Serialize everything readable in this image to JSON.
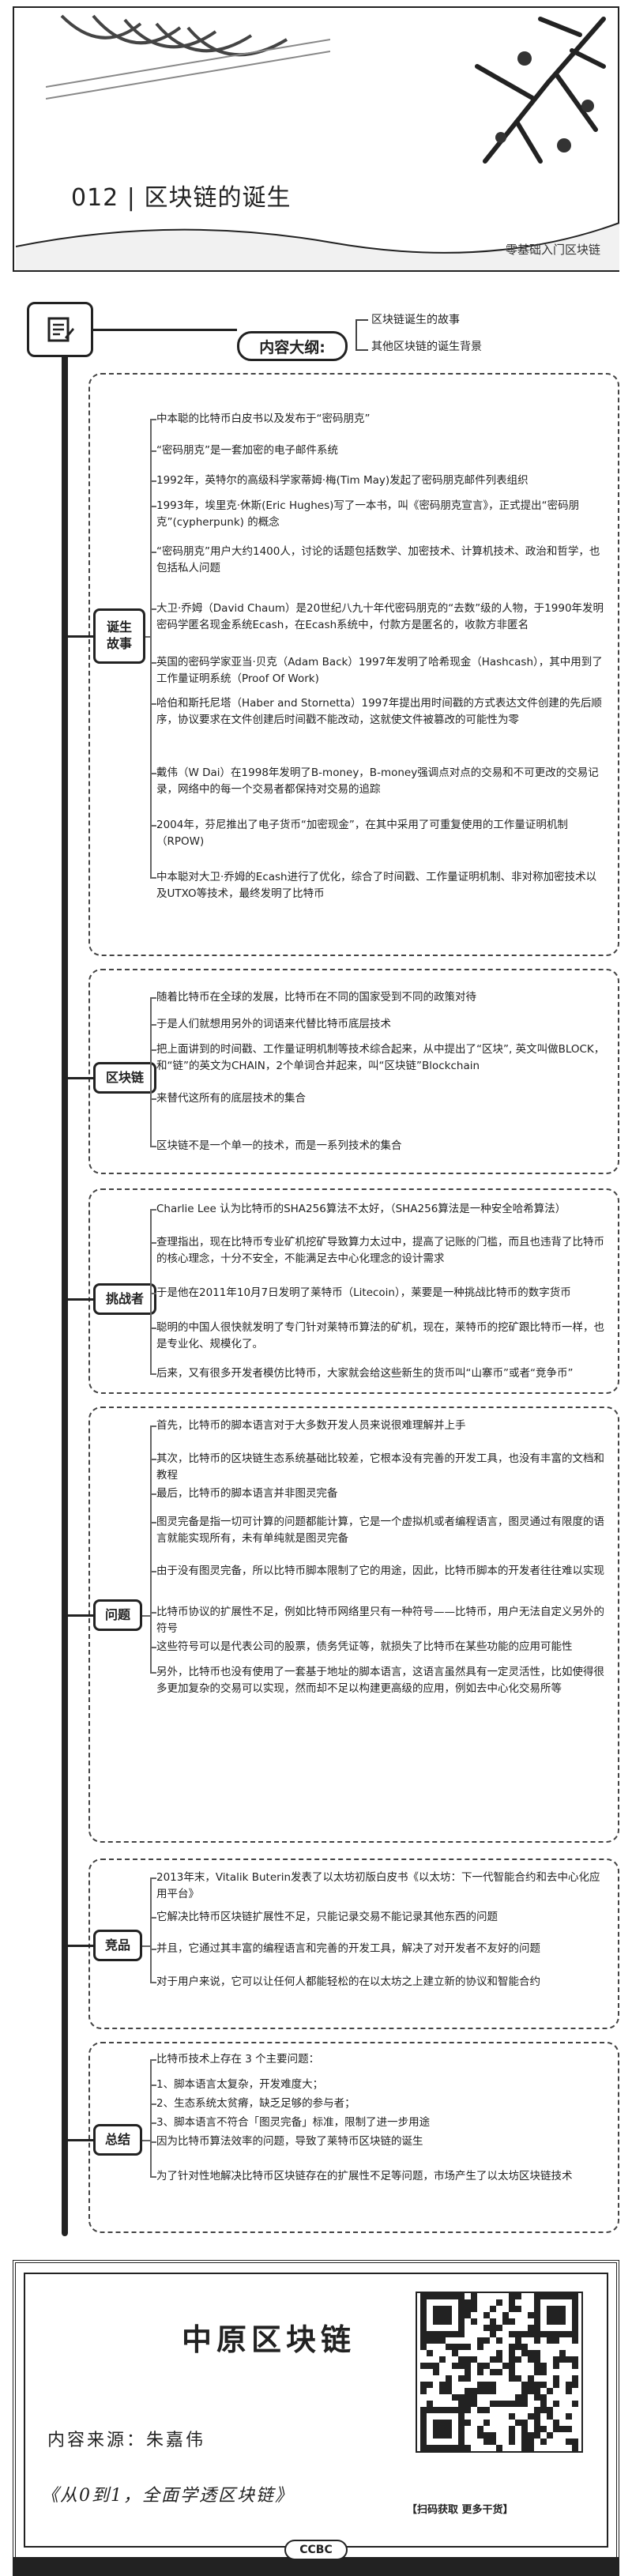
{
  "header": {
    "title": "012 | 区块链的诞生",
    "subtitle": "零基础入门区块链"
  },
  "outline": {
    "label": "内容大纲:",
    "items": [
      "区块链诞生的故事",
      "其他区块链的诞生背景"
    ]
  },
  "sections": [
    {
      "label": "诞生\n故事",
      "items": [
        "中本聪的比特币白皮书以及发布于“密码朋克”",
        "“密码朋克”是一套加密的电子邮件系统",
        "1992年，英特尔的高级科学家蒂姆·梅(Tim May)发起了密码朋克邮件列表组织",
        "1993年，埃里克·休斯(Eric Hughes)写了一本书，叫《密码朋克宣言》，正式提出“密码朋克”(cypherpunk) 的概念",
        "“密码朋克”用户大约1400人，讨论的话题包括数学、加密技术、计算机技术、政治和哲学，也包括私人问题",
        "大卫·乔姆（David Chaum）是20世纪八九十年代密码朋克的“去数”级的人物，于1990年发明密码学匿名现金系统Ecash，在Ecash系统中，付款方是匿名的，收款方非匿名",
        "英国的密码学家亚当·贝克（Adam Back）1997年发明了哈希现金（Hashcash），其中用到了工作量证明系统（Proof Of Work)",
        "哈伯和斯托尼塔（Haber and Stornetta）1997年提出用时间戳的方式表达文件创建的先后顺序，协议要求在文件创建后时间戳不能改动，这就使文件被篡改的可能性为零",
        "戴伟（W Dai）在1998年发明了B-money，B-money强调点对点的交易和不可更改的交易记录，网络中的每一个交易者都保持对交易的追踪",
        "2004年，芬尼推出了电子货币“加密现金”，在其中采用了可重复使用的工作量证明机制（RPOW)",
        "中本聪对大卫·乔姆的Ecash进行了优化，综合了时间戳、工作量证明机制、非对称加密技术以及UTXO等技术，最终发明了比特币"
      ]
    },
    {
      "label": "区块链",
      "items": [
        "随着比特币在全球的发展，比特币在不同的国家受到不同的政策对待",
        "于是人们就想用另外的词语来代替比特币底层技术",
        "把上面讲到的时间戳、工作量证明机制等技术综合起来，从中提出了“区块”, 英文叫做BLOCK，和“链”的英文为CHAIN，2个单词合并起来，叫“区块链”Blockchain",
        "来替代这所有的底层技术的集合",
        "区块链不是一个单一的技术，而是一系列技术的集合"
      ]
    },
    {
      "label": "挑战者",
      "items": [
        "Charlie Lee 认为比特币的SHA256算法不太好，（SHA256算法是一种安全哈希算法）",
        "查理指出，现在比特币专业矿机挖矿导致算力太过中，提高了记账的门槛，而且也违背了比特币的核心理念，十分不安全，不能满足去中心化理念的设计需求",
        "于是他在2011年10月7日发明了莱特币（Litecoin），莱要是一种挑战比特币的数字货币",
        "聪明的中国人很快就发明了专门针对莱特币算法的矿机，现在，莱特币的挖矿跟比特币一样，也是专业化、规模化了。",
        "后来，又有很多开发者模仿比特币，大家就会给这些新生的货币叫“山寨币”或者“竞争币”"
      ]
    },
    {
      "label": "问题",
      "items": [
        "首先，比特币的脚本语言对于大多数开发人员来说很难理解并上手",
        "其次，比特币的区块链生态系统基础比较差，它根本没有完善的开发工具，也没有丰富的文档和教程",
        "最后，比特币的脚本语言并非图灵完备",
        "图灵完备是指一切可计算的问题都能计算，它是一个虚拟机或者编程语言，图灵通过有限度的语言就能实现所有，未有单纯就是图灵完备",
        "由于没有图灵完备，所以比特币脚本限制了它的用途，因此，比特币脚本的开发者往往难以实现",
        "比特币协议的扩展性不足，例如比特币网络里只有一种符号——比特币，用户无法自定义另外的符号",
        "这些符号可以是代表公司的股票，债务凭证等，就损失了比特币在某些功能的应用可能性",
        "另外，比特币也没有使用了一套基于地址的脚本语言，这语言虽然具有一定灵活性，比如使得很多更加复杂的交易可以实现，然而却不足以构建更高级的应用，例如去中心化交易所等"
      ]
    },
    {
      "label": "竞品",
      "items": [
        "2013年末，Vitalik Buterin发表了以太坊初版白皮书《以太坊：下一代智能合约和去中心化应用平台》",
        "它解决比特币区块链扩展性不足，只能记录交易不能记录其他东西的问题",
        "并且，它通过其丰富的编程语言和完善的开发工具，解决了对开发者不友好的问题",
        "对于用户来说，它可以让任何人都能轻松的在以太坊之上建立新的协议和智能合约"
      ]
    },
    {
      "label": "总结",
      "items": [
        "比特币技术上存在 3 个主要问题：",
        "1、脚本语言太复杂，开发难度大；",
        "2、生态系统太贫瘠，缺乏足够的参与者；",
        "3、脚本语言不符合「图灵完备」标准，限制了进一步用途",
        "因为比特币算法效率的问题，导致了莱特币区块链的诞生",
        "为了针对性地解决比特币区块链存在的扩展性不足等问题，市场产生了以太坊区块链技术"
      ]
    }
  ],
  "footer": {
    "brand": "中原区块链",
    "source": "内容来源：朱嘉伟",
    "book": "《从0到1，全面学透区块链》",
    "qr_caption": "【扫码获取 更多干货】",
    "mark": "CCBC"
  }
}
